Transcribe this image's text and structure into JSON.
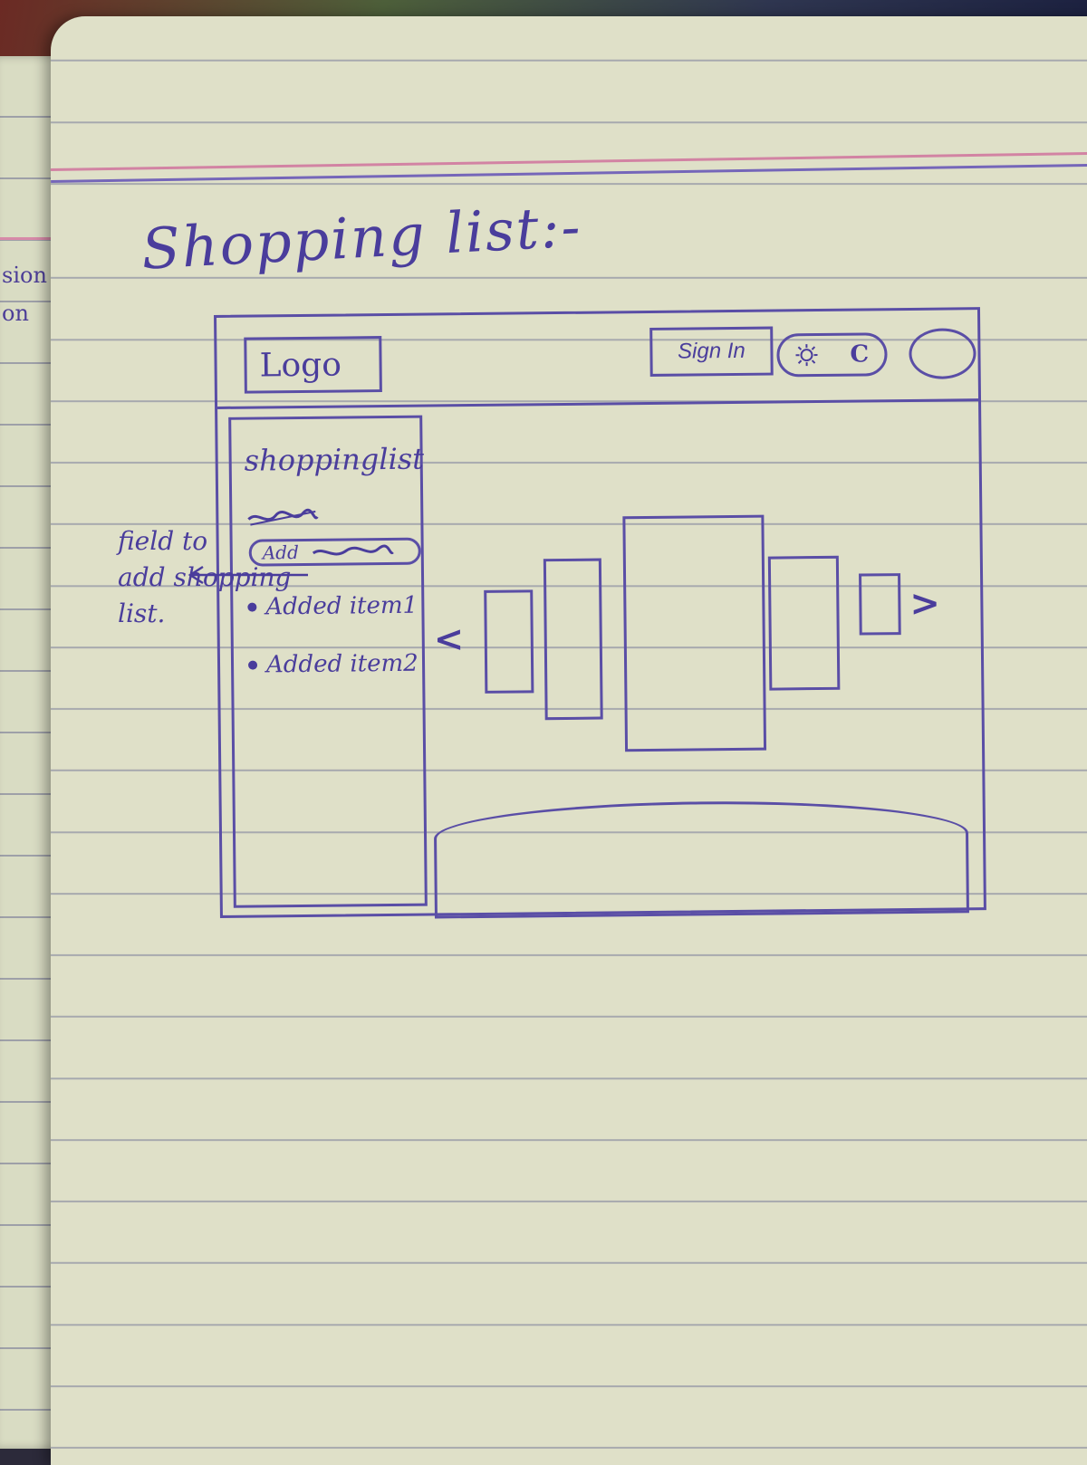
{
  "page_title": "Shopping list:-",
  "left_page_fragments": [
    "sion",
    "on"
  ],
  "wireframe": {
    "logo": "Logo",
    "sign_in": "Sign In",
    "theme_toggle_icons": [
      "sun-icon",
      "moon-icon"
    ],
    "moon_glyph": "C",
    "avatar_icon": "avatar-circle",
    "sidebar": {
      "title": "shoppinglist",
      "add_field_label": "Add",
      "items": [
        "Added item1",
        "Added item2"
      ]
    },
    "carousel": {
      "prev_glyph": "<",
      "next_glyph": ">",
      "card_count": 5
    }
  },
  "annotation": {
    "text": "field to\nadd shopping\nlist."
  },
  "colors": {
    "ink": "#4a3d9c",
    "paper": "#dfe0c8",
    "margin_pink": "#d283a3",
    "rule_line": "#a7a9ae"
  }
}
